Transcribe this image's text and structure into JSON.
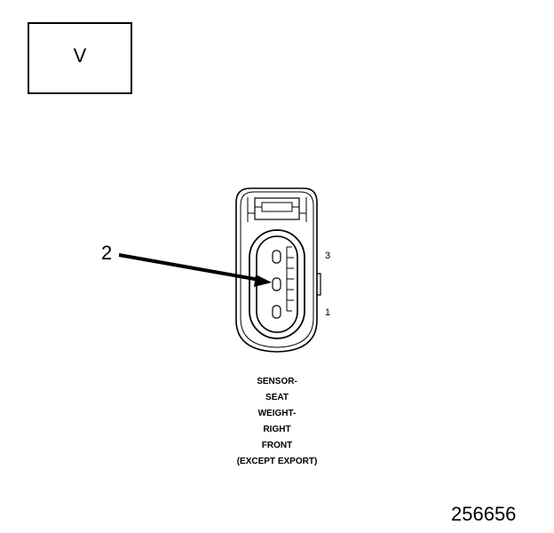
{
  "view_box": {
    "label": "V"
  },
  "callout": {
    "number": "2"
  },
  "pins": {
    "top": "3",
    "bottom": "1"
  },
  "caption": {
    "lines": [
      "SENSOR-",
      "SEAT",
      "WEIGHT-",
      "RIGHT",
      "FRONT",
      "(EXCEPT EXPORT)"
    ]
  },
  "figure": {
    "number": "256656"
  }
}
